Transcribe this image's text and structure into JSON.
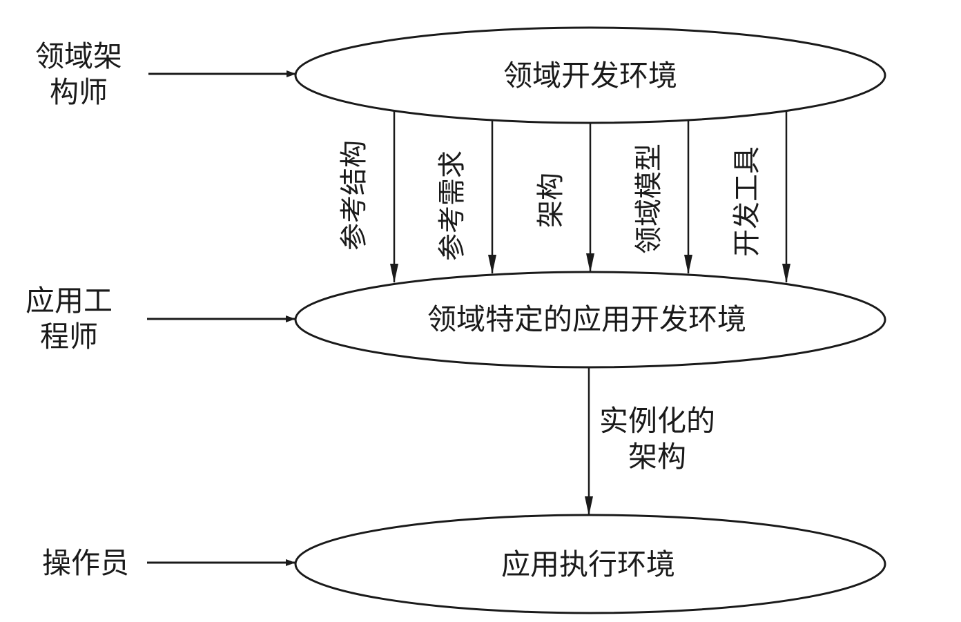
{
  "actors": [
    {
      "id": "domain-architect",
      "lines": [
        "领域架",
        "构师"
      ]
    },
    {
      "id": "application-engineer",
      "lines": [
        "应用工",
        "程师"
      ]
    },
    {
      "id": "operator",
      "lines": [
        "操作员"
      ]
    }
  ],
  "environments": [
    {
      "id": "domain-dev-env",
      "label": "领域开发环境"
    },
    {
      "id": "domain-specific-app-dev-env",
      "label": "领域特定的应用开发环境"
    },
    {
      "id": "app-exec-env",
      "label": "应用执行环境"
    }
  ],
  "outputs_top_to_middle": [
    "参考结构",
    "参考需求",
    "架构",
    "领域模型",
    "开发工具"
  ],
  "output_middle_to_bottom": {
    "lines": [
      "实例化的",
      "架构"
    ]
  },
  "colors": {
    "stroke": "#1a1a1a",
    "background": "#ffffff"
  }
}
